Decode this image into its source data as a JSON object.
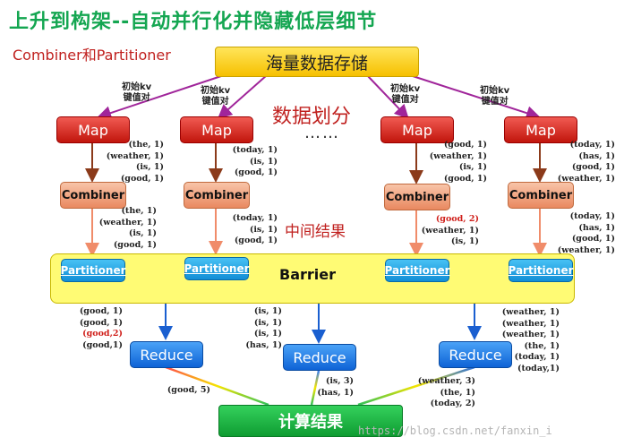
{
  "title": "上升到构架--自动并行化并隐藏低层细节",
  "subtitle": "Combiner和Partitioner",
  "storage_label": "海量数据存储",
  "split_note": "数据划分",
  "dots": "……",
  "initial_kv": [
    "初始kv",
    "键值对"
  ],
  "map_label": "Map",
  "combiner_label": "Combiner",
  "partitioner_label": "Partitioner",
  "barrier_label": "Barrier",
  "intermediate_note": "中间结果",
  "reduce_label": "Reduce",
  "result_label": "计算结果",
  "map_outputs": [
    [
      "(the, 1)",
      "(weather, 1)",
      "(is, 1)",
      "(good, 1)"
    ],
    [
      "(today, 1)",
      "(is, 1)",
      "(good, 1)"
    ],
    [
      "(good, 1)",
      "(weather, 1)",
      "(is, 1)",
      "(good, 1)"
    ],
    [
      "(today, 1)",
      "(has, 1)",
      "(good, 1)",
      "(weather, 1)"
    ]
  ],
  "combiner_outputs": [
    [
      "(the, 1)",
      "(weather, 1)",
      "(is, 1)",
      "(good, 1)"
    ],
    [
      "(today, 1)",
      "(is, 1)",
      "(good, 1)"
    ],
    [
      "(good, 2)",
      "(weather, 1)",
      "(is, 1)"
    ],
    [
      "(today, 1)",
      "(has, 1)",
      "(good, 1)",
      "(weather, 1)"
    ]
  ],
  "reduce_inputs": [
    [
      "(good, 1)",
      "(good, 1)",
      "(good,2)",
      "(good,1)"
    ],
    [
      "(is, 1)",
      "(is, 1)",
      "(is, 1)",
      "(has, 1)"
    ],
    [
      "(weather, 1)",
      "(weather, 1)",
      "(weather, 1)",
      "(the, 1)",
      "(today, 1)",
      "(today,1)"
    ]
  ],
  "reduce_outputs": [
    [
      "(good, 5)"
    ],
    [
      "(is, 3)",
      "(has, 1)"
    ],
    [
      "(weather, 3)",
      "(the, 1)",
      "(today, 2)"
    ]
  ],
  "highlight_color": "#d0201b",
  "watermark": "https://blog.csdn.net/fanxin_i"
}
